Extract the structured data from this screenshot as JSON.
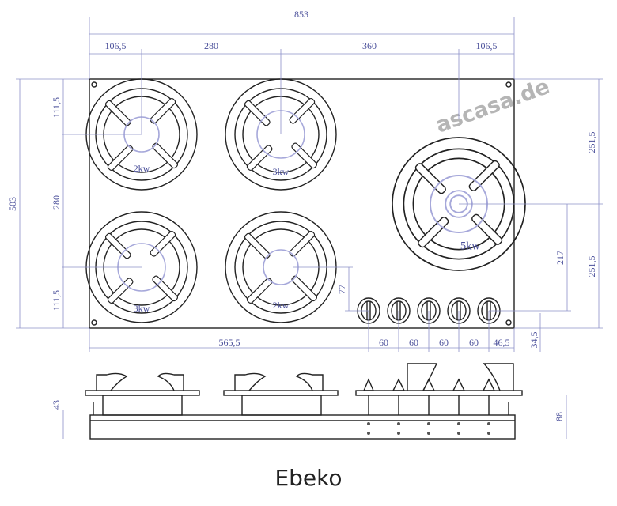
{
  "title": "Ebeko",
  "watermark": "ascasa.de",
  "burners": [
    {
      "power": "2kw"
    },
    {
      "power": "3kw"
    },
    {
      "power": "3kw"
    },
    {
      "power": "2kw"
    },
    {
      "power": "5kw"
    }
  ],
  "dimensions": {
    "overall_width": "853",
    "top_row": [
      "106,5",
      "280",
      "360",
      "106,5"
    ],
    "overall_depth": "503",
    "left_column": [
      "111,5",
      "280",
      "111,5"
    ],
    "right_column": [
      "251,5",
      "251,5"
    ],
    "large_burner_to_knobs": "217",
    "knob_offset": "77",
    "knob_edge": "34,5",
    "bottom_row": [
      "565,5",
      "60",
      "60",
      "60",
      "60",
      "46,5"
    ],
    "side_height_above": "43",
    "side_height_total": "88"
  }
}
